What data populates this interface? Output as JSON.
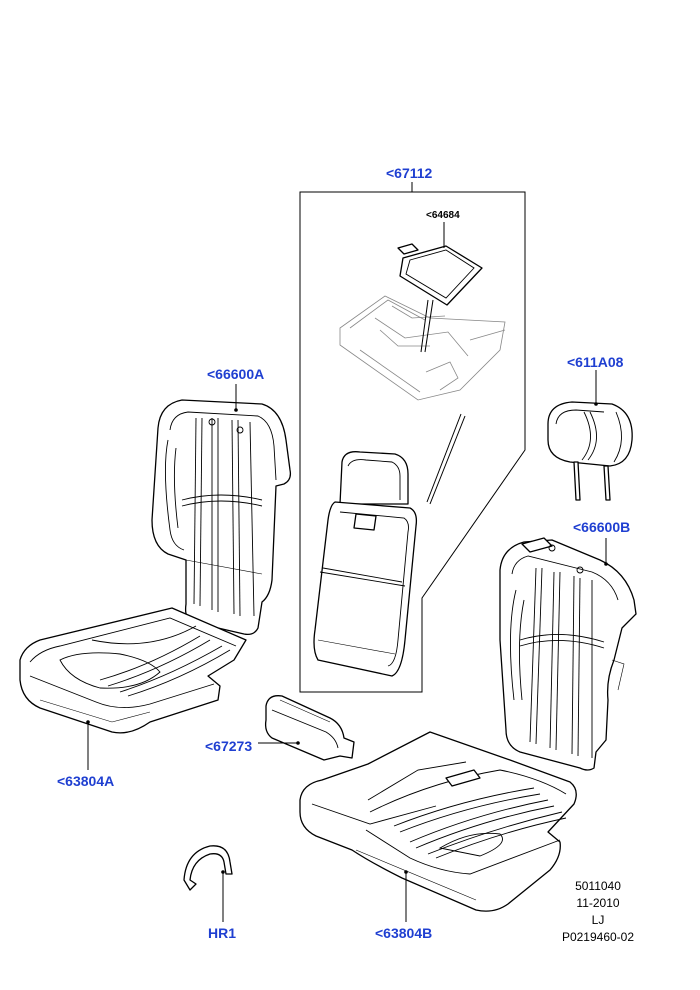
{
  "callouts": {
    "c67112": "<67112",
    "c64684": "<64684",
    "c66600A": "<66600A",
    "c611A08": "<611A08",
    "c66600B": "<66600B",
    "c67273": "<67273",
    "c63804A": "<63804A",
    "c63804B": "<63804B",
    "cHR1": "HR1"
  },
  "reference": {
    "line1": "5011040",
    "line2": "11-2010",
    "line3": "LJ",
    "line4": "P0219460-02"
  },
  "colors": {
    "callout": "#1f3fd1",
    "line": "#000000",
    "background": "#ffffff"
  }
}
